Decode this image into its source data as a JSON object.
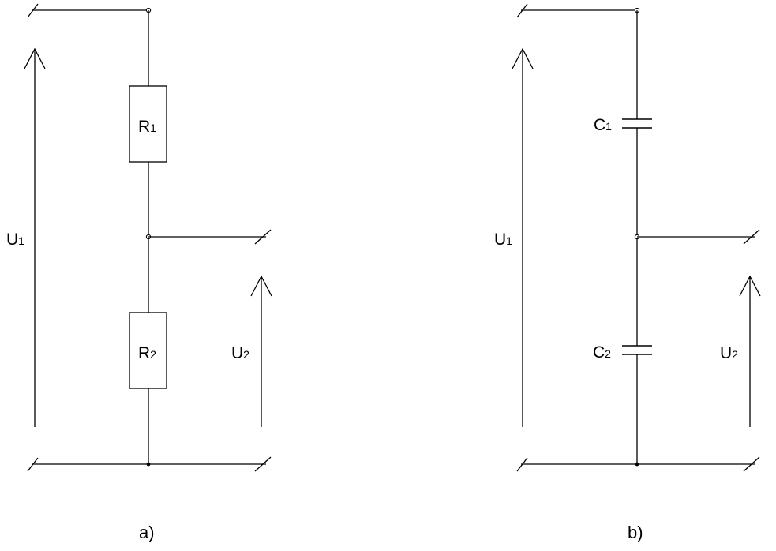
{
  "circuits": [
    {
      "id": "a",
      "caption": "a)",
      "input_voltage": {
        "main": "U",
        "sub": "1"
      },
      "output_voltage": {
        "main": "U",
        "sub": "2"
      },
      "upper_element": {
        "main": "R",
        "sub": "1"
      },
      "lower_element": {
        "main": "R",
        "sub": "2"
      }
    },
    {
      "id": "b",
      "caption": "b)",
      "input_voltage": {
        "main": "U",
        "sub": "1"
      },
      "output_voltage": {
        "main": "U",
        "sub": "2"
      },
      "upper_element": {
        "main": "C",
        "sub": "1"
      },
      "lower_element": {
        "main": "C",
        "sub": "2"
      }
    }
  ]
}
